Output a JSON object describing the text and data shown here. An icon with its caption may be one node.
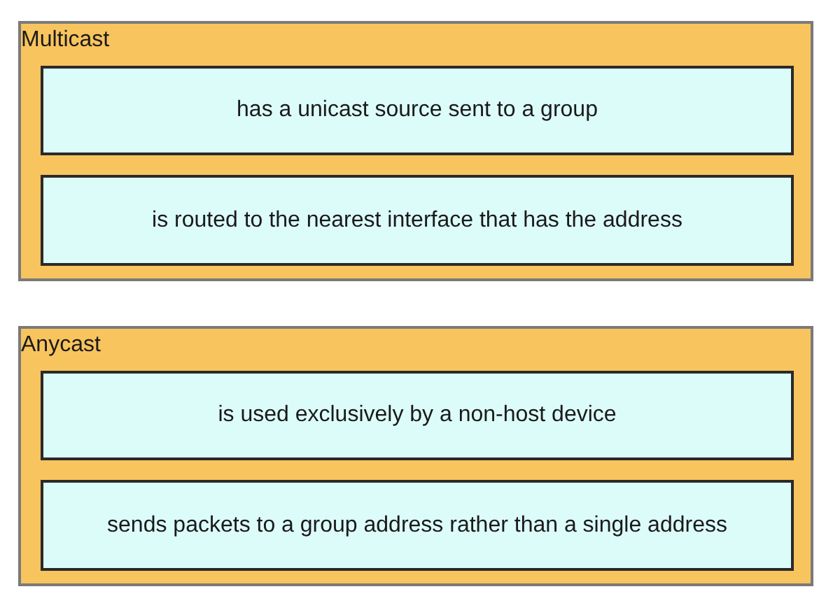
{
  "diagram": {
    "nodes": [
      {
        "text": [
          "Multicast"
        ]
      },
      {
        "text": [
          "has a unicast source sent to a group"
        ],
        "in": 0
      },
      {
        "text": [
          "is routed to the nearest interface that has the address"
        ],
        "in": 0
      },
      {
        "text": [
          "Anycast"
        ]
      },
      {
        "text": [
          "is used exclusively by a non-host device"
        ],
        "in": 3
      },
      {
        "text": [
          "sends packets to a group address rather than a single address"
        ],
        "in": 3
      }
    ]
  }
}
